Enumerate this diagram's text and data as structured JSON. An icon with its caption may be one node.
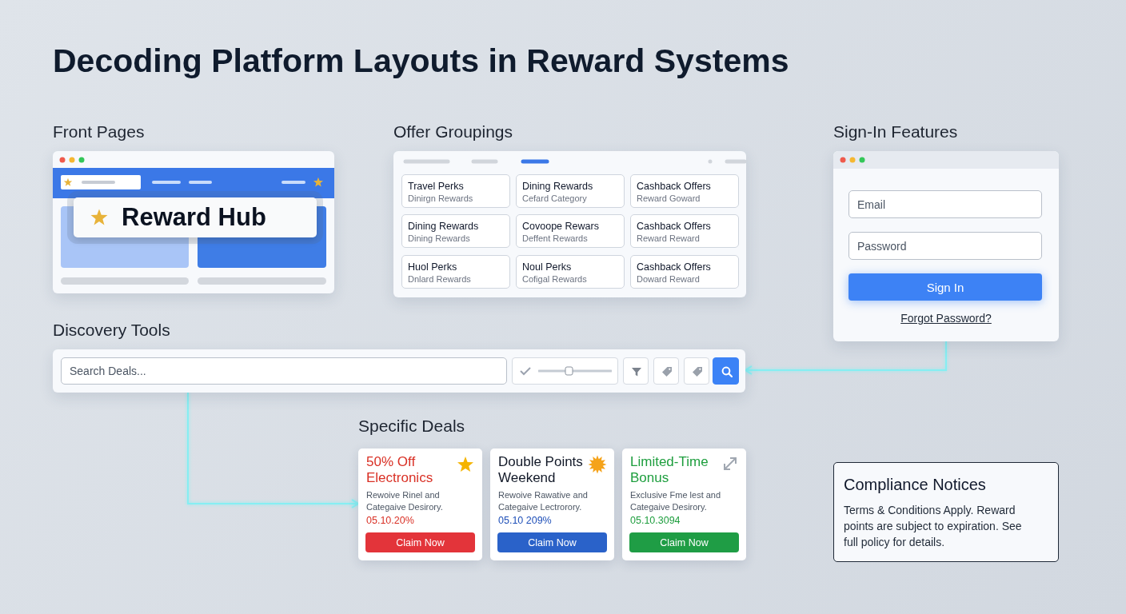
{
  "diagram": {
    "title": "Decoding Platform Layouts in Reward Systems",
    "nodes": [
      {
        "text": [
          "Front Pages"
        ]
      },
      {
        "text": [
          "Reward Hub"
        ],
        "in": 0
      },
      {
        "text": [
          "Offer Groupings"
        ]
      },
      {
        "text": [
          "Travel Perks",
          "Dinirgn Rewards"
        ],
        "in": 2
      },
      {
        "text": [
          "Dining Rewards",
          "Cefard Category"
        ],
        "in": 2
      },
      {
        "text": [
          "Cashback Offers",
          "Reward Goward"
        ],
        "in": 2
      },
      {
        "text": [
          "Dining Rewards",
          "Dining Rewards"
        ],
        "in": 2
      },
      {
        "text": [
          "Covoope Rewars",
          "Deffent Rewards"
        ],
        "in": 2
      },
      {
        "text": [
          "Cashback Offers",
          "Reward Reward"
        ],
        "in": 2
      },
      {
        "text": [
          "Huol Perks",
          "Dnlard Rewards"
        ],
        "in": 2
      },
      {
        "text": [
          "Noul Perks",
          "Cofigal Rewards"
        ],
        "in": 2
      },
      {
        "text": [
          "Cashback Offers",
          "Doward Reward"
        ],
        "in": 2
      },
      {
        "text": [
          "Sign-In Features"
        ]
      },
      {
        "text": [
          "Email"
        ],
        "in": 12
      },
      {
        "text": [
          "Password"
        ],
        "in": 12
      },
      {
        "text": [
          "Sign In"
        ],
        "in": 12
      },
      {
        "text": [
          "Discovery Tools"
        ]
      },
      {
        "text": [
          "Search Deals..."
        ],
        "in": 16
      },
      {
        "text": [
          "50% Off Electronics",
          "Rewoive Rinel and Categaive Desirory.",
          "05.10.20%"
        ]
      },
      {
        "text": [
          "Claim Now"
        ],
        "in": 18
      },
      {
        "text": [
          "Double Points Weekend",
          "Rewoive Rawative and Categaive Lectrorory.",
          "05.10 209%"
        ]
      },
      {
        "text": [
          "Claim Now"
        ],
        "in": 20
      },
      {
        "text": [
          "Limited-Time Bonus",
          "Exclusive Fme lest and Categaive Desirory.",
          "05.10.3094"
        ]
      },
      {
        "text": [
          "Claim Now"
        ],
        "in": 22
      },
      {
        "text": [
          "Compliance Notices",
          "Terms & Conditions Apply. Reward points are subject to expiration. See full policy for details."
        ]
      }
    ],
    "edges": [
      {
        "from": 0,
        "to": 2,
        "arrow": "to"
      },
      {
        "from": 0,
        "to": 16,
        "arrow": "to"
      },
      {
        "from": 2,
        "to": 12,
        "arrow": "to"
      },
      {
        "from": 16,
        "to": 2,
        "arrow": "to"
      },
      {
        "from": 12,
        "to": 16,
        "arrow": "to"
      },
      {
        "from": 12,
        "to": 24,
        "arrow": "to"
      },
      {
        "from": 16,
        "to": 18,
        "arrow": "to"
      },
      {
        "from": 20,
        "to": 16,
        "arrow": "to"
      },
      {
        "from": 22,
        "to": 24,
        "arrow": "to"
      }
    ],
    "labels": [
      "Forgot Password?",
      "Specific Deals"
    ]
  }
}
